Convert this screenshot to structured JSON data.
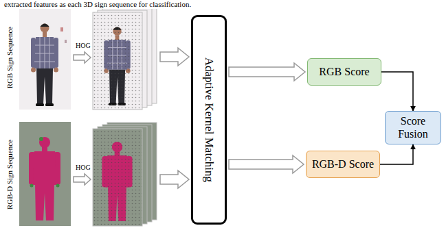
{
  "diagram": {
    "nodes": [
      {
        "text": [
          "Adaptive Kernel Matching"
        ]
      },
      {
        "text": [
          "RGB Score"
        ]
      },
      {
        "text": [
          "RGB-D Score"
        ]
      },
      {
        "text": [
          "Score Fusion"
        ]
      }
    ],
    "edges": [
      {
        "from": 0,
        "to": 1,
        "arrow": "to"
      },
      {
        "from": 0,
        "to": 2,
        "arrow": "to"
      },
      {
        "from": 1,
        "to": 3,
        "arrow": "to"
      },
      {
        "from": 2,
        "to": 3,
        "arrow": "to"
      }
    ],
    "labels": [
      "extracted features as each 3D sign sequence for classification.",
      "RGB Sign Sequence",
      "HOG",
      "RGB-D Sign Sequence",
      "HOG"
    ]
  }
}
